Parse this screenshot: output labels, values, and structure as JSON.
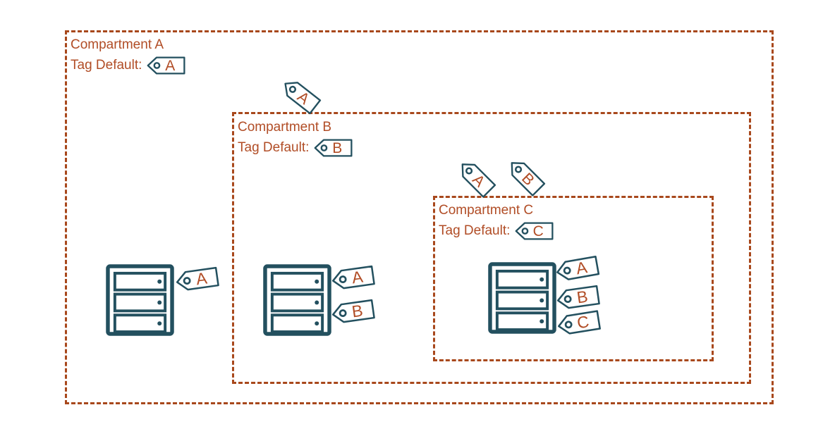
{
  "compartments": [
    {
      "name": "Compartment A",
      "tag_default_label": "Tag Default:",
      "tag_letter": "A"
    },
    {
      "name": "Compartment B",
      "tag_default_label": "Tag Default:",
      "tag_letter": "B"
    },
    {
      "name": "Compartment C",
      "tag_default_label": "Tag Default:",
      "tag_letter": "C"
    }
  ],
  "floating_tags": [
    {
      "letter": "A",
      "location": "crossing-compartment-b-top-border"
    },
    {
      "letter": "A",
      "location": "above-compartment-c-top-border"
    },
    {
      "letter": "B",
      "location": "above-compartment-c-top-border"
    }
  ],
  "servers": [
    {
      "compartment": "Compartment A",
      "applied_tags": [
        "A"
      ]
    },
    {
      "compartment": "Compartment B",
      "applied_tags": [
        "A",
        "B"
      ]
    },
    {
      "compartment": "Compartment C",
      "applied_tags": [
        "A",
        "B",
        "C"
      ]
    }
  ],
  "colors": {
    "compartment_border": "#a8481c",
    "label_text": "#b14d26",
    "tag_letter": "#b14d26",
    "tag_outline": "#23505f",
    "server_outline": "#23505f",
    "background": "#ffffff"
  }
}
